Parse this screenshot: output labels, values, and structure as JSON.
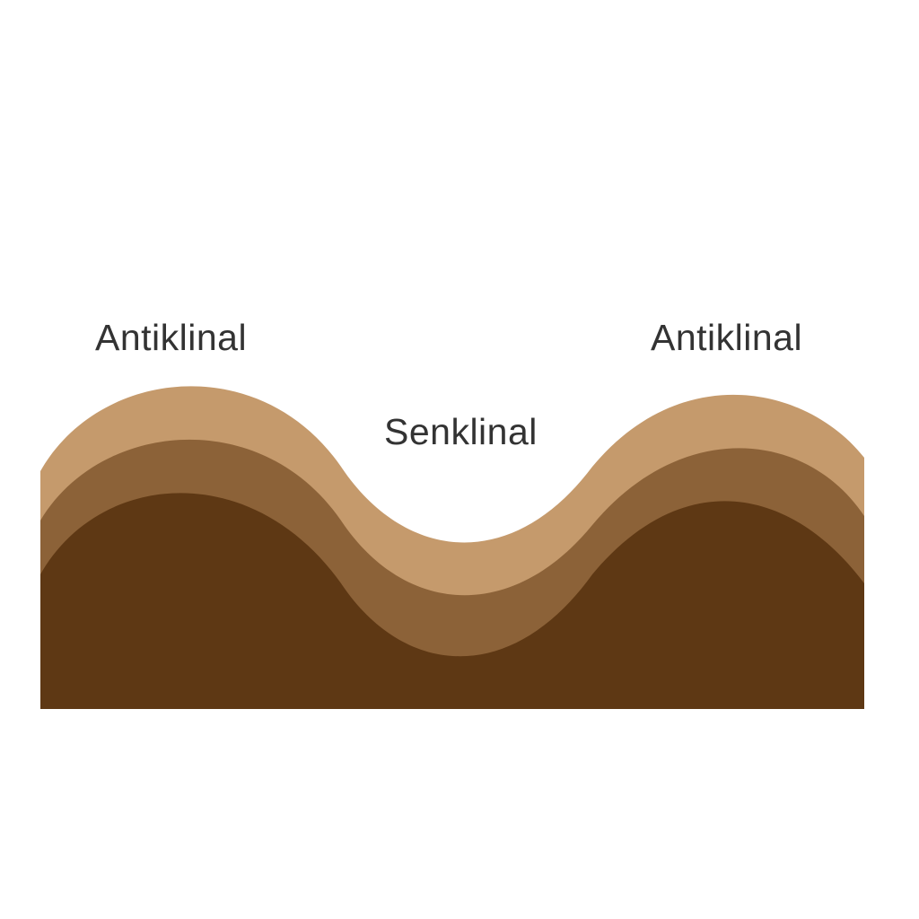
{
  "labels": {
    "anticline_left": "Antiklinal",
    "syncline": "Senklinal",
    "anticline_right": "Antiklinal"
  },
  "colors": {
    "top_layer": "#c59a6c",
    "middle_layer": "#8c6238",
    "bottom_layer": "#5e3814",
    "label_text": "#333333",
    "background": "#ffffff"
  }
}
